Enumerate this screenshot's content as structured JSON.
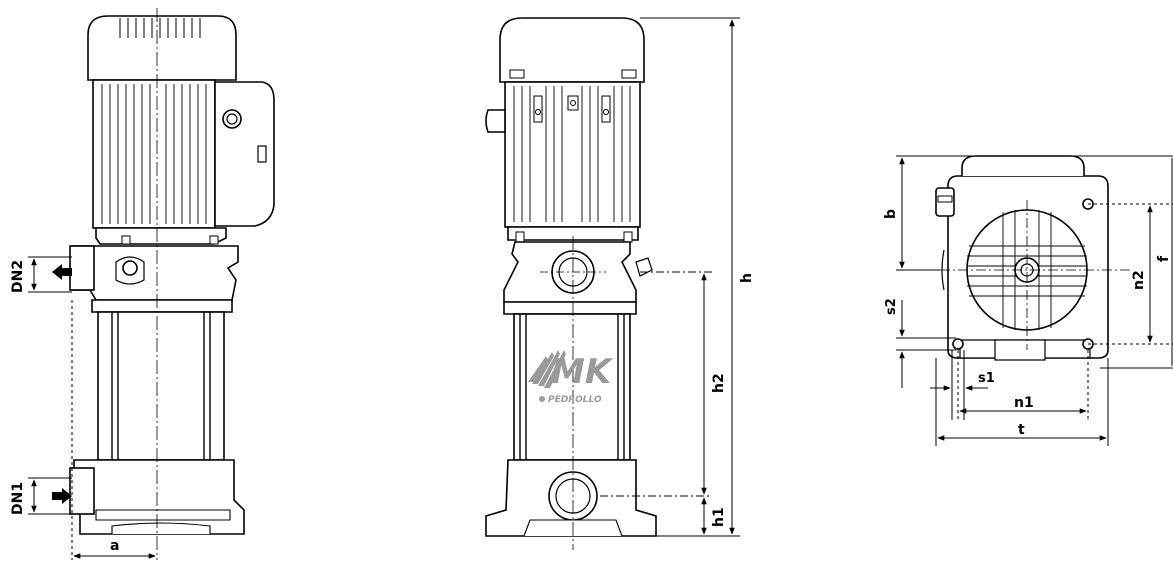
{
  "labels": {
    "dn2": "DN2",
    "dn1": "DN1",
    "a": "a",
    "h": "h",
    "h2": "h2",
    "h1": "h1",
    "b": "b",
    "s2": "s2",
    "s1": "s1",
    "n1": "n1",
    "t": "t",
    "n2": "n2",
    "f": "f"
  },
  "logo": {
    "brand_mark": "MK",
    "brand_name": "PEDROLLO"
  },
  "colors": {
    "line": "#000000",
    "fill": "#ffffff",
    "logo_gray": "#9a9a9a"
  }
}
